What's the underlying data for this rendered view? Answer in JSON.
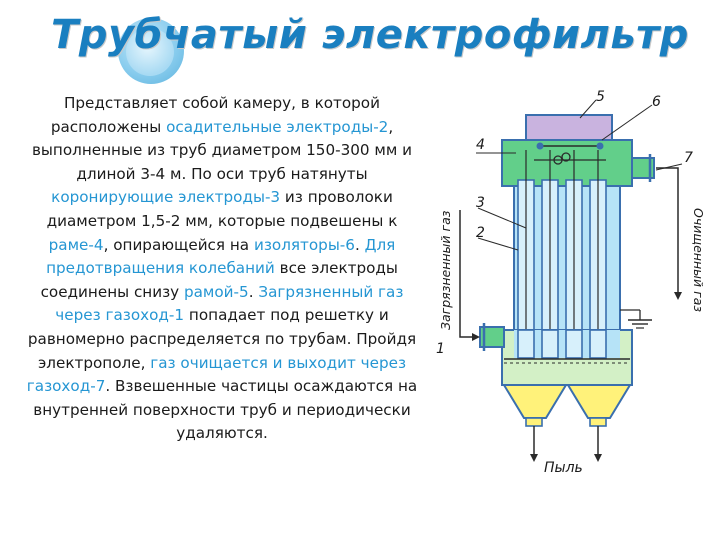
{
  "title": "Трубчатый электрофильтр",
  "paragraph": [
    {
      "t": "Представляет собой камеру, в которой расположены ",
      "hl": false
    },
    {
      "t": "осадительные электроды-2",
      "hl": true
    },
    {
      "t": ", выполненные из труб диаметром 150-300 мм и длиной 3-4 м. По оси труб натянуты ",
      "hl": false
    },
    {
      "t": "коронирующие электроды-3",
      "hl": true
    },
    {
      "t": " из проволоки диаметром 1,5-2 мм, которые подвешены к ",
      "hl": false
    },
    {
      "t": "раме-4",
      "hl": true
    },
    {
      "t": ", опирающейся на ",
      "hl": false
    },
    {
      "t": "изоляторы-6",
      "hl": true
    },
    {
      "t": ". ",
      "hl": false
    },
    {
      "t": "Для предотвращения колебаний",
      "hl": true
    },
    {
      "t": " все электроды соединены снизу ",
      "hl": false
    },
    {
      "t": "рамой-5",
      "hl": true
    },
    {
      "t": ". ",
      "hl": false
    },
    {
      "t": "Загрязненный газ через газоход-1",
      "hl": true
    },
    {
      "t": " попадает под решетку и равномерно распределяется по трубам. Пройдя электрополе, ",
      "hl": false
    },
    {
      "t": "газ очищается и выходит через газоход-7",
      "hl": true
    },
    {
      "t": ". Взвешенные частицы осаждаются на внутренней поверхности труб и периодически удаляются.",
      "hl": false
    }
  ],
  "diagram": {
    "labels": {
      "n1": "1",
      "n2": "2",
      "n3": "3",
      "n4": "4",
      "n5": "5",
      "n6": "6",
      "n7": "7"
    },
    "dirty_gas": "Загрязненный газ",
    "clean_gas": "Очищенный газ",
    "dust": "Пыль"
  },
  "colors": {
    "title": "#1a7fc0",
    "highlight": "#2596d3",
    "pipe_blue": "#b6e3f7",
    "top_green": "#62cf8a",
    "insulator_purple": "#c9b3df",
    "bottom_green": "#d3f0c6",
    "hopper_yellow": "#fff27a"
  }
}
